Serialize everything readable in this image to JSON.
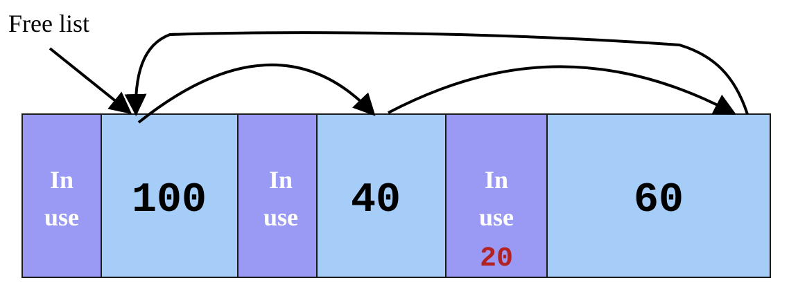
{
  "free_list_label": "Free list",
  "colors": {
    "in_use_fill": "#9a9af5",
    "free_fill": "#a5cdf7",
    "in_use_text": "#ffffff",
    "size_text": "#000000",
    "highlight_size": "#b22222",
    "arrow": "#000000"
  },
  "blocks": [
    {
      "status": "in-use",
      "label_line1": "In",
      "label_line2": "use"
    },
    {
      "status": "free",
      "size": "100"
    },
    {
      "status": "in-use",
      "label_line1": "In",
      "label_line2": "use"
    },
    {
      "status": "free",
      "size": "40"
    },
    {
      "status": "in-use",
      "label_line1": "In",
      "label_line2": "use",
      "size": "20"
    },
    {
      "status": "free",
      "size": "60"
    }
  ],
  "free_list_links": [
    {
      "from": "free-list-label",
      "to": "block-100"
    },
    {
      "from": "block-100",
      "to": "block-40"
    },
    {
      "from": "block-40",
      "to": "block-60"
    },
    {
      "from": "block-60",
      "to": "block-100"
    }
  ]
}
